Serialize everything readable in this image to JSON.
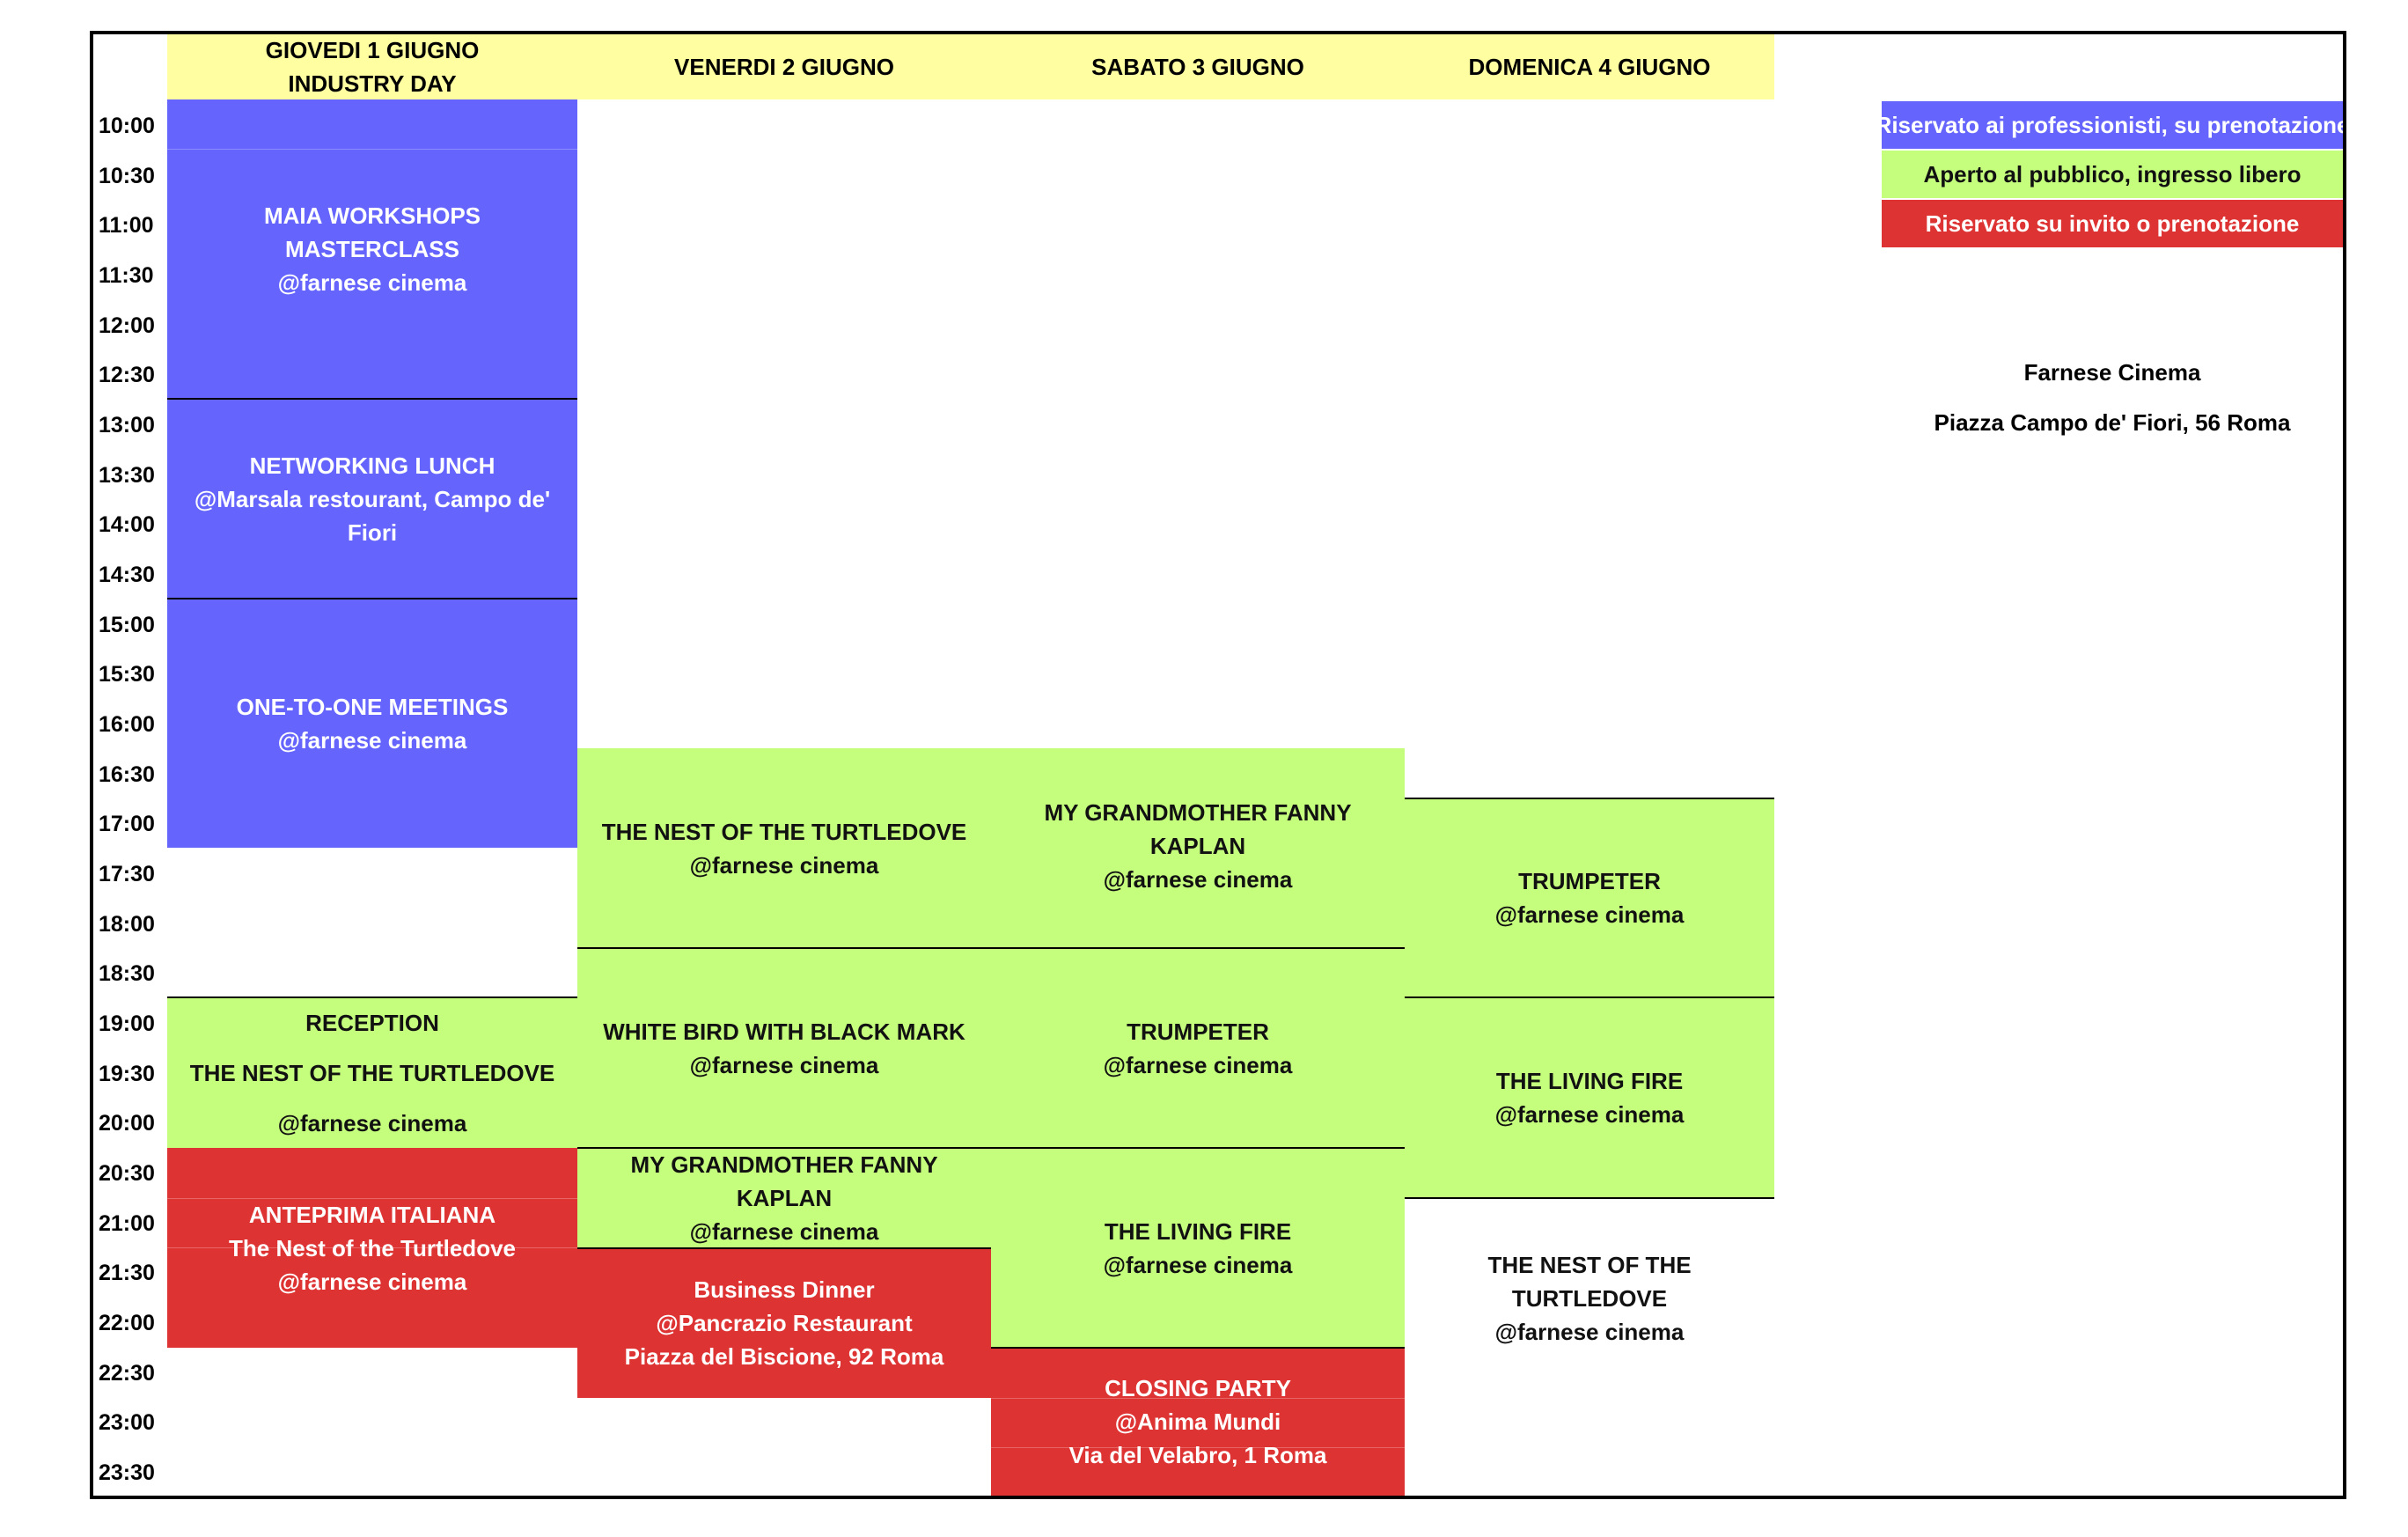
{
  "days": [
    {
      "line1": "GIOVEDI 1 GIUGNO",
      "line2": "INDUSTRY DAY"
    },
    {
      "line1": "VENERDI 2 GIUGNO",
      "line2": ""
    },
    {
      "line1": "SABATO 3 GIUGNO",
      "line2": ""
    },
    {
      "line1": "DOMENICA 4 GIUGNO",
      "line2": ""
    }
  ],
  "times": [
    "10:00",
    "10:30",
    "11:00",
    "11:30",
    "12:00",
    "12:30",
    "13:00",
    "13:30",
    "14:00",
    "14:30",
    "15:00",
    "15:30",
    "16:00",
    "16:30",
    "17:00",
    "17:30",
    "18:00",
    "18:30",
    "19:00",
    "19:30",
    "20:00",
    "20:30",
    "21:00",
    "21:30",
    "22:00",
    "22:30",
    "23:00",
    "23:30"
  ],
  "colors": {
    "professionals": "#6565fd",
    "public": "#c5fd7d",
    "invite": "#de3333",
    "header": "#fffea1"
  },
  "events": {
    "maia": {
      "title": "MAIA WORKSHOPS MASTERCLASS",
      "venue": "@farnese cinema"
    },
    "lunch": {
      "title": "NETWORKING LUNCH",
      "venue": "@Marsala restourant, Campo de' Fiori"
    },
    "meetings": {
      "title": "ONE-TO-ONE MEETINGS",
      "venue": "@farnese cinema"
    },
    "reception": {
      "title": "RECEPTION",
      "film": "THE NEST OF THE TURTLEDOVE",
      "venue": "@farnese cinema"
    },
    "anteprima": {
      "title": "ANTEPRIMA ITALIANA",
      "film": "The Nest of the Turtledove",
      "venue": "@farnese cinema"
    },
    "fri_nest": {
      "title": "THE NEST OF THE TURTLEDOVE",
      "venue": "@farnese cinema"
    },
    "fri_whitebird": {
      "title": "WHITE BIRD WITH BLACK MARK",
      "venue": "@farnese cinema"
    },
    "fri_grandmother": {
      "title": "MY GRANDMOTHER FANNY KAPLAN",
      "venue": "@farnese cinema"
    },
    "fri_dinner": {
      "title": "Business Dinner",
      "venue": "@Pancrazio Restaurant",
      "address": "Piazza del Biscione, 92 Roma"
    },
    "sat_grandmother": {
      "title": "MY GRANDMOTHER FANNY KAPLAN",
      "venue": "@farnese cinema"
    },
    "sat_trumpeter": {
      "title": "TRUMPETER",
      "venue": "@farnese cinema"
    },
    "sat_livingfire": {
      "title": "THE LIVING FIRE",
      "venue": "@farnese cinema"
    },
    "sat_party": {
      "title": "CLOSING PARTY",
      "venue": "@Anima Mundi",
      "address": "Via del Velabro, 1 Roma"
    },
    "sun_trumpeter": {
      "title": "TRUMPETER",
      "venue": "@farnese cinema"
    },
    "sun_livingfire": {
      "title": "THE LIVING FIRE",
      "venue": "@farnese cinema"
    },
    "sun_nest": {
      "title": "THE NEST OF THE TURTLEDOVE",
      "venue": "@farnese cinema"
    }
  },
  "legend": {
    "professionals": "Riservato ai professionisti, su prenotazione",
    "public": "Aperto al pubblico, ingresso libero",
    "invite": "Riservato su invito o prenotazione"
  },
  "location": {
    "name": "Farnese Cinema",
    "address": "Piazza Campo de' Fiori, 56 Roma"
  }
}
